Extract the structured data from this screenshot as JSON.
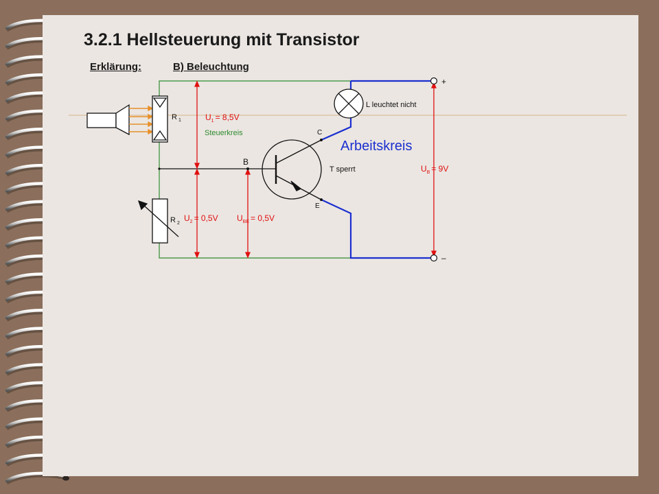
{
  "title": "3.2.1 Hellsteuerung mit Transistor",
  "subtitle": {
    "label": "Erklärung:",
    "topic": "B) Beleuchtung"
  },
  "diagram": {
    "lamp_label": "L leuchtet nicht",
    "plus": "+",
    "minus": "–",
    "work_circuit": "Arbeitskreis",
    "control_circuit": "Steuerkreis",
    "r1_main": "R",
    "r1_sub": "1",
    "r2_main": "R",
    "r2_sub": "2",
    "u1_main": "U",
    "u1_sub": "1",
    "u1_val": "= 8,5V",
    "u2_main": "U",
    "u2_sub": "2",
    "u2_val": "= 0,5V",
    "ube_main": "U",
    "ube_sub": "BE",
    "ube_val": "= 0,5V",
    "ub_main": "U",
    "ub_sub": "B",
    "ub_val": "= 9V",
    "base": "B",
    "collector": "C",
    "emitter": "E",
    "transistor_state": "T sperrt"
  },
  "colors": {
    "background": "#8b6f5c",
    "page": "#ebe6e2",
    "work_circuit": "#1b2fcf",
    "voltage": "#e01010",
    "control_circuit": "#2e8b2e",
    "light": "#e8902a"
  }
}
